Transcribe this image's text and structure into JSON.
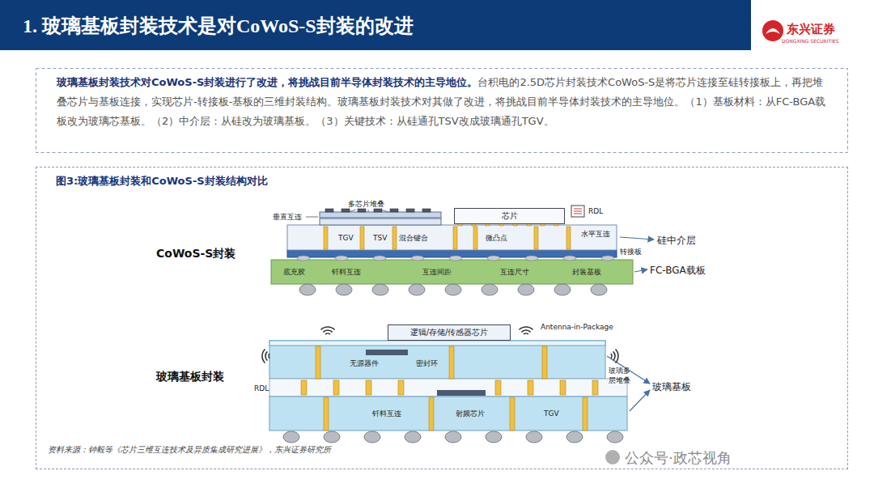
{
  "diagram": {
    "title": "1. 玻璃基板封装技术是对CoWoS-S封装的改进",
    "nodes": [
      {
        "text": [
          "玻璃基板封装技术对CoWoS-S封装进行了改进，将挑战目前半导体封装技术的主导地位。",
          "台积电的2.5D芯片封装技术CoWoS-S是将芯片连接至硅转接板上，再把堆叠芯片与基板连接，实现芯片-转接板-基板的三维封装结构。玻璃基板封装技术对其做了改进，将挑战目前半导体封装技术的主导地位。（1）基板材料：从FC-BGA载板改为玻璃芯基板。（2）中介层：从硅改为玻璃基板。（3）关键技术：从硅通孔TSV改成玻璃通孔TGV。"
        ]
      },
      {
        "text": [
          "图3:玻璃基板封装和CoWoS-S封装结构对比",
          "资料来源：钟毅等《芯片三维互连技术及异质集成研究进展》，东兴证券研究所"
        ]
      },
      {
        "text": [
          "芯片"
        ],
        "in": 1
      },
      {
        "text": [
          "逻辑/存储/传感器芯片"
        ],
        "in": 1
      }
    ],
    "labels": [
      "东兴证券",
      "DONGXING SECURITIES",
      "垂直互连",
      "多芯片堆叠",
      "TGV",
      "TSV",
      "混合键合",
      "微凸点",
      "RDL",
      "水平互连",
      "硅中介层",
      "转接板",
      "FC-BGA载板",
      "底充胶",
      "钎料互连",
      "互连间距",
      "互连尺寸",
      "封装基板",
      "CoWoS-S封装",
      "Antenna-in-Package",
      "无源器件",
      "密封环",
      "玻璃基板",
      "RDL",
      "玻璃多层堆叠",
      "钎料互连",
      "射频芯片",
      "TGV",
      "玻璃基板封装",
      "公众号·政芯视角"
    ]
  }
}
